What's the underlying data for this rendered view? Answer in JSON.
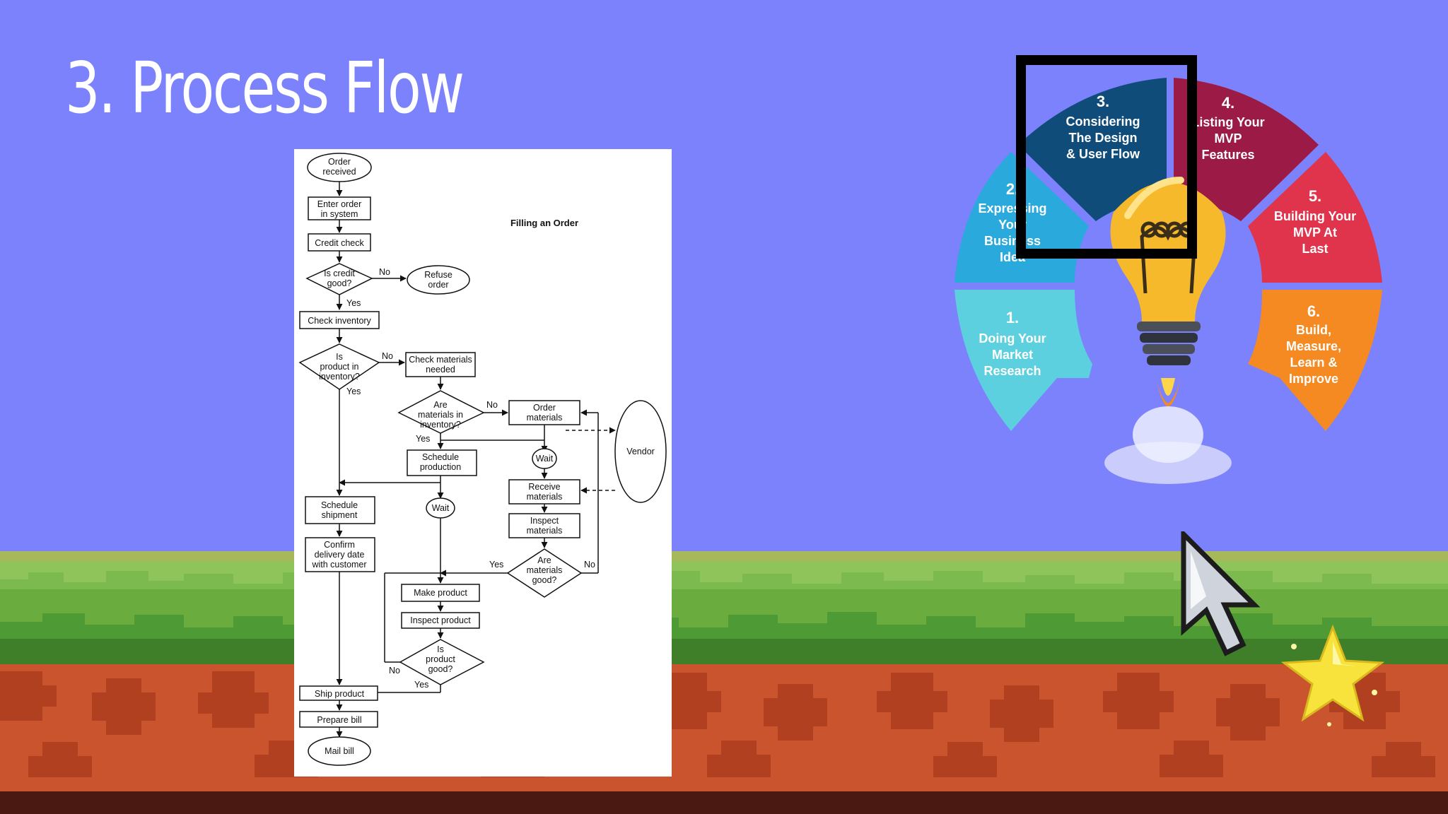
{
  "slide": {
    "title": "3. Process Flow"
  },
  "flowchart": {
    "heading": "Filling an Order",
    "nodes": {
      "order_received": [
        "Order",
        "received"
      ],
      "enter_order": [
        "Enter order",
        "in system"
      ],
      "credit_check": "Credit check",
      "is_credit_good": [
        "Is credit",
        "good?"
      ],
      "refuse_order": [
        "Refuse",
        "order"
      ],
      "check_inventory": "Check inventory",
      "is_product_in_inventory": [
        "Is",
        "product in",
        "inventory?"
      ],
      "check_materials": [
        "Check materials",
        "needed"
      ],
      "are_materials_in_inventory": [
        "Are",
        "materials in",
        "inventory?"
      ],
      "order_materials": [
        "Order",
        "materials"
      ],
      "vendor": "Vendor",
      "wait_vendor": "Wait",
      "schedule_production": [
        "Schedule",
        "production"
      ],
      "receive_materials": [
        "Receive",
        "materials"
      ],
      "schedule_shipment": [
        "Schedule",
        "shipment"
      ],
      "wait_production": "Wait",
      "inspect_materials": [
        "Inspect",
        "materials"
      ],
      "confirm_delivery": [
        "Confirm",
        "delivery date",
        "with customer"
      ],
      "are_materials_good": [
        "Are",
        "materials",
        "good?"
      ],
      "make_product": "Make product",
      "inspect_product": "Inspect product",
      "is_product_good": [
        "Is",
        "product",
        "good?"
      ],
      "ship_product": "Ship product",
      "prepare_bill": "Prepare bill",
      "mail_bill": "Mail bill"
    },
    "labels": {
      "yes": "Yes",
      "no": "No"
    }
  },
  "roadmap": {
    "steps": [
      {
        "number": "1.",
        "lines": [
          "Doing Your",
          "Market",
          "Research"
        ],
        "color": "#5dd0df"
      },
      {
        "number": "2.",
        "lines": [
          "Expressing",
          "Your",
          "Business",
          "Idea"
        ],
        "color": "#2aa9dc"
      },
      {
        "number": "3.",
        "lines": [
          "Considering",
          "The Design",
          "& User Flow"
        ],
        "color": "#0f4c7a"
      },
      {
        "number": "4.",
        "lines": [
          "Listing Your",
          "MVP",
          "Features"
        ],
        "color": "#9b1a46"
      },
      {
        "number": "5.",
        "lines": [
          "Building Your",
          "MVP At",
          "Last"
        ],
        "color": "#e0344d"
      },
      {
        "number": "6.",
        "lines": [
          "Build,",
          "Measure,",
          "Learn &",
          "Improve"
        ],
        "color": "#f58a22"
      }
    ],
    "highlighted_step": "3."
  },
  "icons": [
    "lightbulb-rocket-icon",
    "mouse-pointer-icon",
    "star-icon"
  ]
}
